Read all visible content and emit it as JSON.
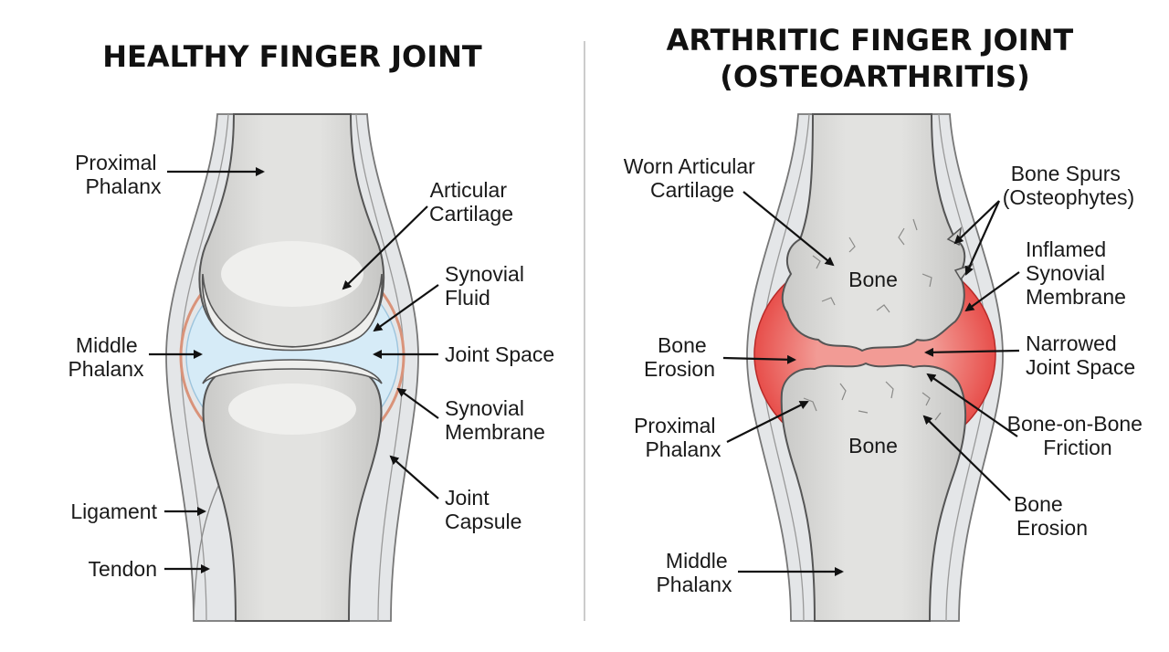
{
  "healthy": {
    "title": "HEALTHY FINGER JOINT",
    "labels": {
      "proximal_phalanx": [
        "Proximal",
        "Phalanx"
      ],
      "articular_cartilage": [
        "Articular",
        "Cartilage"
      ],
      "synovial_fluid": [
        "Synovial",
        "Fluid"
      ],
      "middle_phalanx": [
        "Middle",
        "Phalanx"
      ],
      "joint_space": [
        "Joint Space"
      ],
      "synovial_membrane": [
        "Synovial",
        "Membrane"
      ],
      "joint_capsule": [
        "Joint",
        "Capsule"
      ],
      "ligament": [
        "Ligament"
      ],
      "tendon": [
        "Tendon"
      ]
    }
  },
  "arthritic": {
    "title_line1": "ARTHRITIC FINGER JOINT",
    "title_line2": "(OSTEOARTHRITIS)",
    "labels": {
      "worn_cartilage": [
        "Worn Articular",
        "Cartilage"
      ],
      "bone_spurs": [
        "Bone Spurs",
        "(Osteophytes)"
      ],
      "inflamed_membrane": [
        "Inflamed",
        "Synovial",
        "Membrane"
      ],
      "bone_erosion_left": [
        "Bone",
        "Erosion"
      ],
      "narrowed_space": [
        "Narrowed",
        "Joint Space"
      ],
      "proximal_phalanx": [
        "Proximal",
        "Phalanx"
      ],
      "bone_on_bone": [
        "Bone-on-Bone",
        "Friction"
      ],
      "bone_erosion_right": [
        "Bone",
        "Erosion"
      ],
      "middle_phalanx": [
        "Middle",
        "Phalanx"
      ],
      "bone_upper": "Bone",
      "bone_lower": "Bone"
    }
  },
  "colors": {
    "bone": "#d9d9d7",
    "bone_light": "#ececea",
    "bone_outline": "#555555",
    "cartilage": "#eeeeec",
    "synovial_fluid": "#d7ecf8",
    "membrane_healthy": "#e8b39c",
    "inflamed": "#e8413f",
    "capsule": "#e6e8ea"
  }
}
